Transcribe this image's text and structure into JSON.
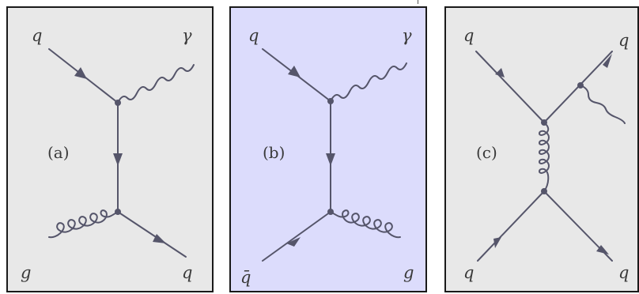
{
  "panels": [
    {
      "id": "a",
      "background": "#e8e8e8",
      "tag": "(a)",
      "labels": {
        "top_left": "q",
        "top_right": "γ",
        "bottom_left": "g",
        "bottom_right": "q"
      }
    },
    {
      "id": "b",
      "background": "#dcdcfc",
      "tag": "(b)",
      "labels": {
        "top_left": "q",
        "top_right": "γ",
        "bottom_left": "q̄",
        "bottom_right": "g"
      }
    },
    {
      "id": "c",
      "background": "#e8e8e8",
      "tag": "(c)",
      "labels": {
        "top_left": "q",
        "top_right": "q",
        "bottom_left": "q",
        "bottom_right": "q"
      }
    }
  ],
  "colors": {
    "line": "#55556a",
    "border": "#1a1a1a",
    "text": "#3a3a3a"
  }
}
